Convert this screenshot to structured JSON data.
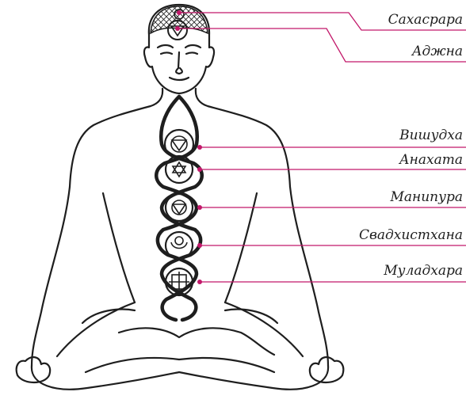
{
  "colors": {
    "ink": "#1e1e1e",
    "leader": "#c2186a",
    "background": "#ffffff"
  },
  "figure": {
    "subject": "seated-meditation-figure-icon"
  },
  "chakras": [
    {
      "label": "Сахасрара"
    },
    {
      "label": "Аджна"
    },
    {
      "label": "Вишудха"
    },
    {
      "label": "Анахата"
    },
    {
      "label": "Манипура"
    },
    {
      "label": "Свадхистхана"
    },
    {
      "label": "Муладхара"
    }
  ]
}
